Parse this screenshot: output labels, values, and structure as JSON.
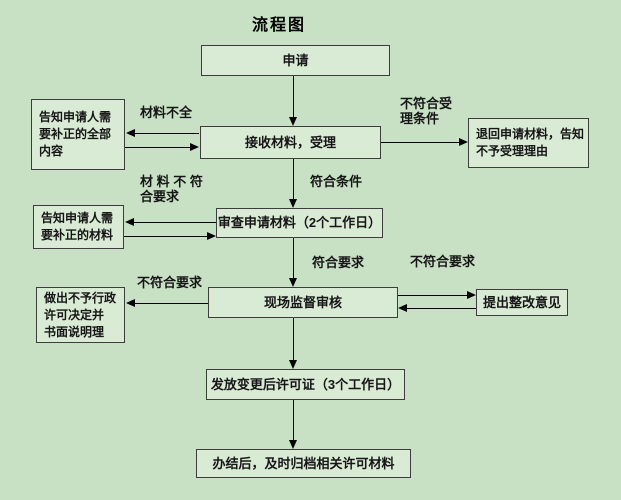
{
  "title": "流程图",
  "colors": {
    "background": "#c8e1c5",
    "box_fill": "#d9ead5",
    "border": "#3d3d3d",
    "text": "#161616",
    "arrow": "#000000"
  },
  "boxes": {
    "apply": "申请",
    "receive": "接收材料，受理",
    "inform_all_lines": [
      "告知申请人需",
      "要补正的全部",
      "内容"
    ],
    "return_lines": [
      "退回申请材料，告知",
      "不予受理理由"
    ],
    "review": "审查申请材料（2个工作日）",
    "inform_correction_lines": [
      "告知申请人需",
      "要补正的材料"
    ],
    "onsite": "现场监督审核",
    "propose": "提出整改意见",
    "deny_lines": [
      "做出不予行政",
      "许可决定并",
      "书面说明理"
    ],
    "issue": "发放变更后许可证（3个工作日）",
    "archive": "办结后，及时归档相关许可材料"
  },
  "labels": {
    "materials_incomplete": "材料不全",
    "not_meet_acceptance_lines": [
      "不符合受",
      "理条件"
    ],
    "meet_conditions": "符合条件",
    "materials_not_meet_lines": [
      "材 料 不 符",
      "合要求"
    ],
    "meet_requirements": "符合要求",
    "not_meet_requirements_right": "不符合要求",
    "not_meet_requirements_left": "不符合要求"
  }
}
